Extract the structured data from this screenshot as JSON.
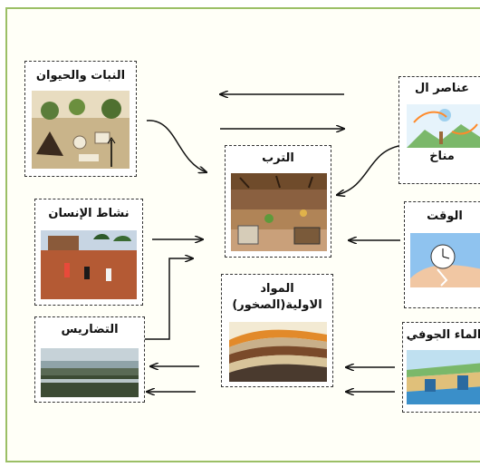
{
  "nodes": {
    "plants_animals": "النبات والحيوان",
    "climate_elements_line1": "عناصر ال",
    "climate_elements_line2": "مناخ",
    "soil": "الترب",
    "human_activity": "نشاط الإنسان",
    "time": "الوقت",
    "parent_material_line1": "المواد",
    "parent_material_line2": "الاولية(الصخور)",
    "topography": "التضاريس",
    "groundwater": "الماء الجوفي"
  },
  "colors": {
    "frame_border": "#9bbf66",
    "frame_background": "#fffff7",
    "arrow": "#111111"
  },
  "icons": {
    "plants_animals": "desert-ecosystem-image",
    "climate": "climate-cycle-image",
    "soil": "soil-profile-image",
    "human_activity": "excavation-image",
    "time": "hand-clock-image",
    "parent_material": "rock-strata-image",
    "topography": "landscape-image",
    "groundwater": "aquifer-image"
  }
}
